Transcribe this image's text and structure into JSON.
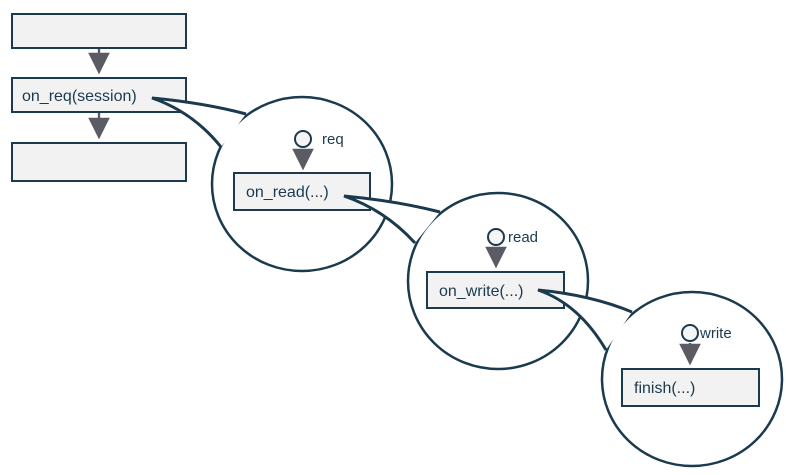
{
  "diagram": {
    "title": "callback-chain-diagram",
    "flowchart": {
      "start_label": "",
      "on_req_label": "on_req(session)",
      "end_label": ""
    },
    "bubbles": [
      {
        "param": "req",
        "callback": "on_read(...)"
      },
      {
        "param": "read",
        "callback": "on_write(...)"
      },
      {
        "param": "write",
        "callback": "finish(...)"
      }
    ],
    "colors": {
      "outline": "#1b3a4e",
      "box_fill": "#f2f2f2",
      "bubble_fill": "#ffffff",
      "arrow": "#5a5b63",
      "background": "#ffffff"
    }
  }
}
